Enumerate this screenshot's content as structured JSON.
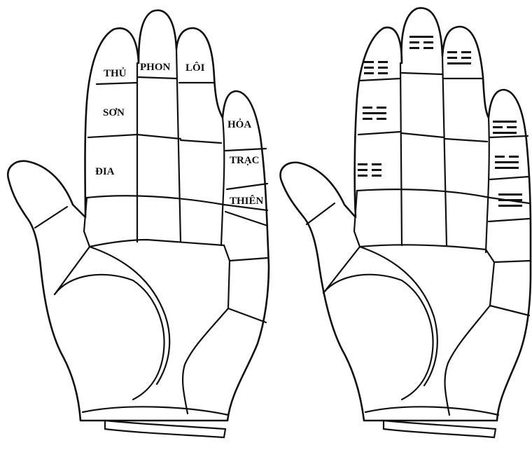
{
  "left_hand": {
    "labels": {
      "thu": "THỦ",
      "phon": "PHON",
      "loi": "LÔI",
      "son": "SƠN",
      "hoa": "HỎA",
      "dia": "ĐIA",
      "trac": "TRẠC",
      "thien": "THIÊN"
    }
  },
  "right_hand": {
    "trigrams": [
      {
        "name": "index-top",
        "lines": [
          0,
          0,
          0
        ]
      },
      {
        "name": "middle-top",
        "lines": [
          1,
          0,
          0
        ]
      },
      {
        "name": "ring-top",
        "lines": [
          0,
          0,
          1
        ]
      },
      {
        "name": "index-middle",
        "lines": [
          0,
          1,
          0
        ]
      },
      {
        "name": "pinky-top",
        "lines": [
          1,
          0,
          1
        ]
      },
      {
        "name": "index-base",
        "lines": [
          0,
          0,
          0
        ]
      },
      {
        "name": "pinky-middle",
        "lines": [
          0,
          1,
          1
        ]
      },
      {
        "name": "pinky-base",
        "lines": [
          1,
          1,
          1
        ]
      }
    ]
  }
}
